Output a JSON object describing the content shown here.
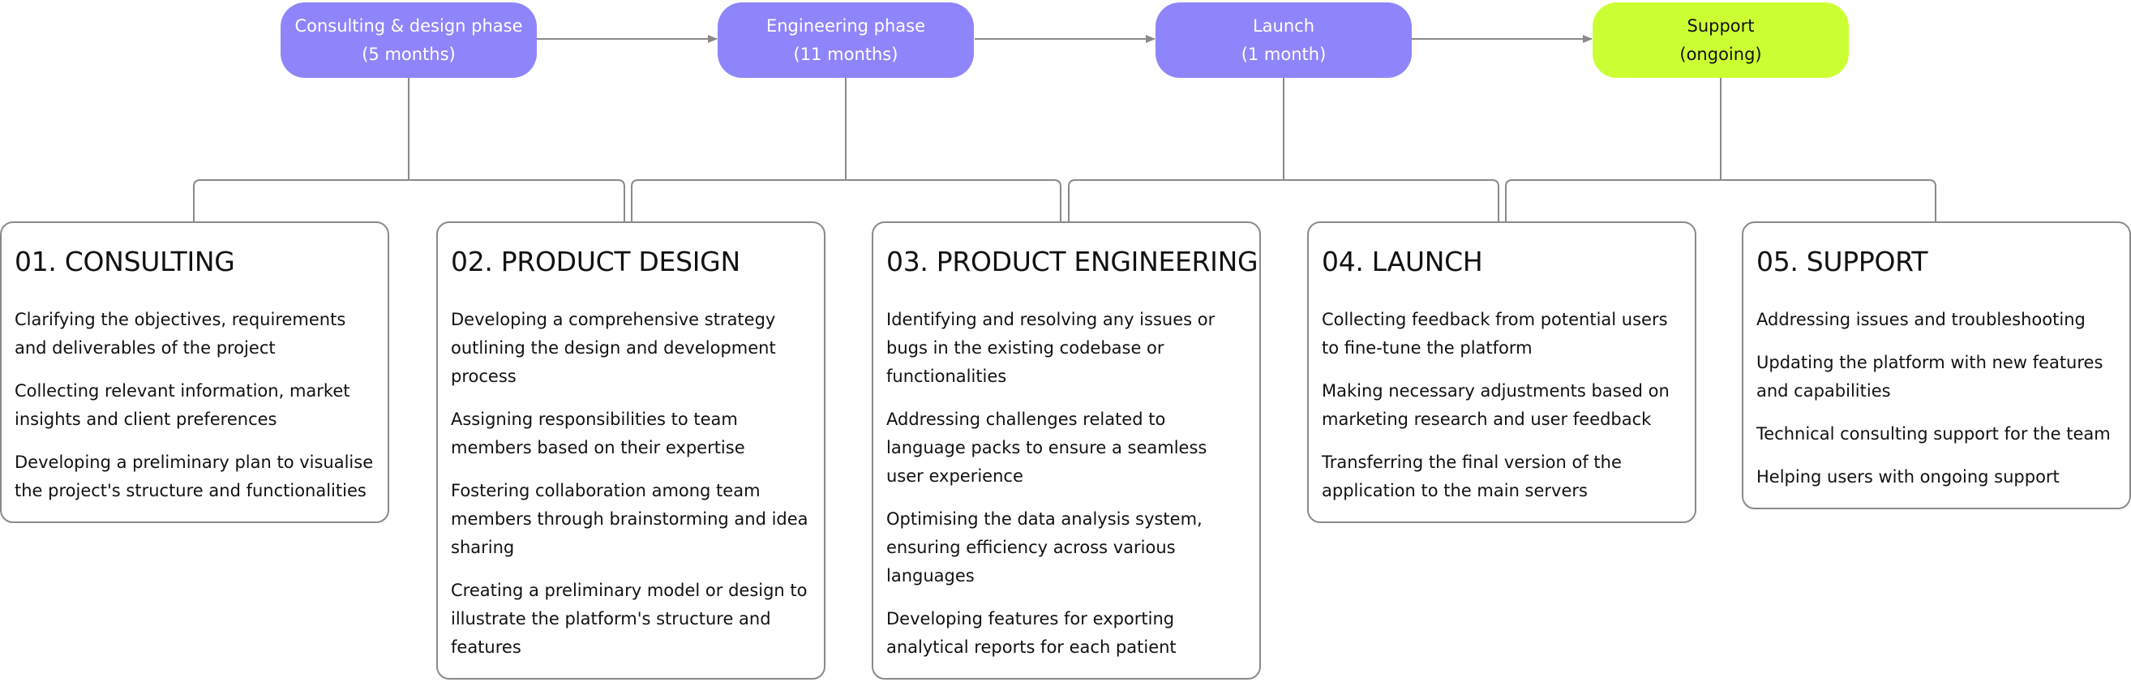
{
  "phases": [
    {
      "name": "Consulting & design phase",
      "duration": "(5 months)"
    },
    {
      "name": "Engineering phase",
      "duration": "(11 months)"
    },
    {
      "name": "Launch",
      "duration": "(1 month)"
    },
    {
      "name": "Support",
      "duration": "(ongoing)"
    }
  ],
  "stages": [
    {
      "title": "01. CONSULTING",
      "items": [
        "Clarifying the objectives, requirements and deliverables of the project",
        "Collecting relevant information, market insights and client preferences",
        "Developing a preliminary plan to visualise the project's structure and functionalities"
      ]
    },
    {
      "title": "02. PRODUCT DESIGN",
      "items": [
        "Developing a comprehensive strategy outlining the design and development process",
        "Assigning responsibilities to team members based on their expertise",
        "Fostering collaboration among team members through brainstorming and idea sharing",
        "Creating a preliminary model or design to illustrate the platform's structure and features"
      ]
    },
    {
      "title": "03. PRODUCT ENGINEERING",
      "items": [
        "Identifying and resolving any issues or bugs in the existing codebase or functionalities",
        "Addressing challenges related to language packs to ensure a seamless user experience",
        "Optimising the data analysis system, ensuring efficiency across various languages",
        "Developing features for exporting analytical reports for each patient"
      ]
    },
    {
      "title": "04. LAUNCH",
      "items": [
        "Collecting feedback from potential users to fine-tune the platform",
        "Making necessary adjustments based on marketing research and user feedback",
        "Transferring the final version of the application to the main servers"
      ]
    },
    {
      "title": "05. SUPPORT",
      "items": [
        "Addressing issues and troubleshooting",
        "Updating the platform with new features and capabilities",
        "Technical consulting support for the team",
        "Helping users with ongoing support"
      ]
    }
  ],
  "colors": {
    "phase": "#8f85fb",
    "support_phase": "#ccff33",
    "connector": "#8a8a8a",
    "card_border": "#8a8a8a"
  }
}
